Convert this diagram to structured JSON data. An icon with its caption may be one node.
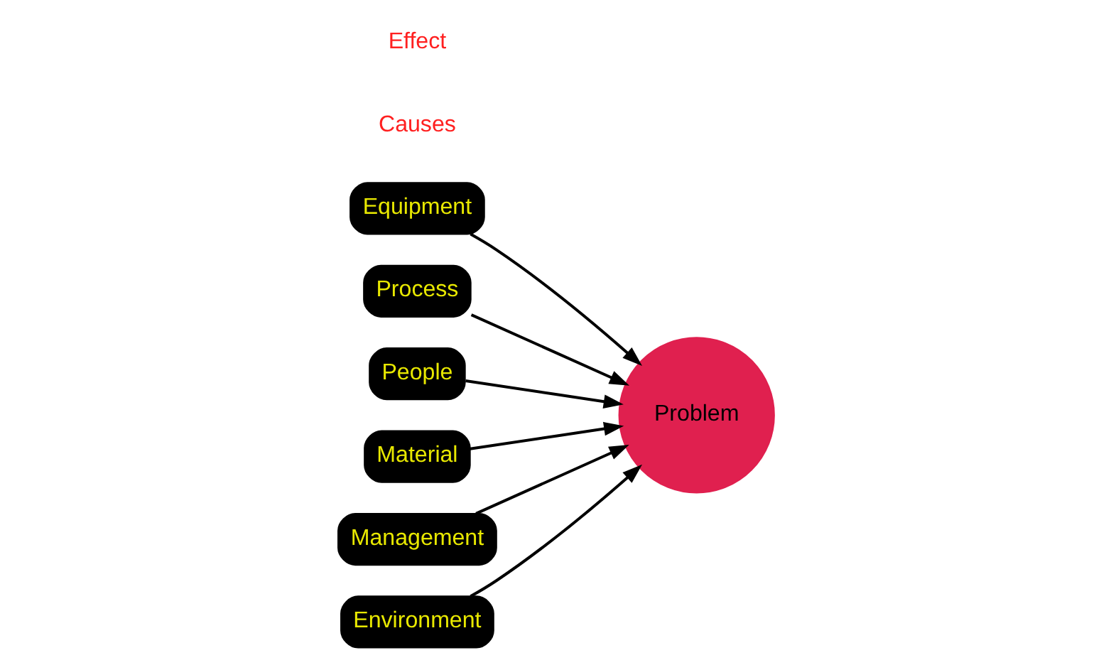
{
  "diagram": {
    "nodes": [
      {
        "text": [
          "Equipment"
        ]
      },
      {
        "text": [
          "Process"
        ]
      },
      {
        "text": [
          "People"
        ]
      },
      {
        "text": [
          "Material"
        ]
      },
      {
        "text": [
          "Management"
        ]
      },
      {
        "text": [
          "Environment"
        ]
      },
      {
        "text": [
          "Problem"
        ]
      }
    ],
    "edges": [
      {
        "from": 0,
        "to": 6,
        "arrow": "to"
      },
      {
        "from": 1,
        "to": 6,
        "arrow": "to"
      },
      {
        "from": 2,
        "to": 6,
        "arrow": "to"
      },
      {
        "from": 3,
        "to": 6,
        "arrow": "to"
      },
      {
        "from": 4,
        "to": 6,
        "arrow": "to"
      },
      {
        "from": 5,
        "to": 6,
        "arrow": "to"
      }
    ],
    "labels": [
      "Causes",
      "Effect"
    ]
  }
}
